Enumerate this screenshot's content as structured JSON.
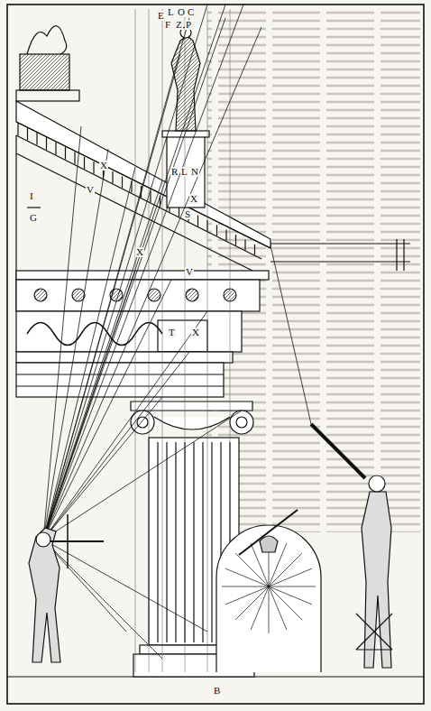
{
  "diagram": {
    "labels": [
      "E",
      "L",
      "O",
      "C",
      "F",
      "Z",
      "P",
      "R",
      "L",
      "N",
      "X",
      "V",
      "X",
      "S",
      "X",
      "V",
      "T",
      "X",
      "I",
      "G",
      "B"
    ]
  }
}
